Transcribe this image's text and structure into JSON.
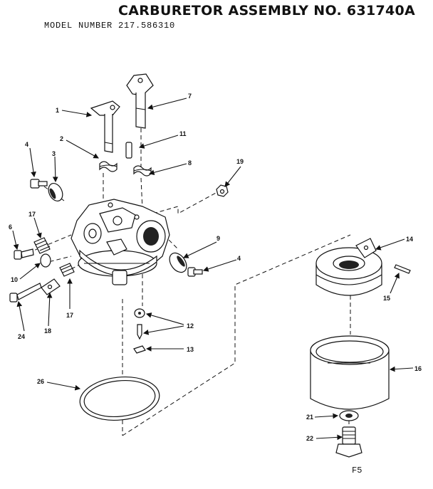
{
  "header": {
    "title": "CARBURETOR ASSEMBLY NO. 631740A",
    "model": "MODEL NUMBER 217.586310"
  },
  "footer": {
    "page_ref": "F5"
  },
  "callouts": {
    "c1": "1",
    "c2": "2",
    "c3": "3",
    "c4a": "4",
    "c4b": "4",
    "c6": "6",
    "c7": "7",
    "c8": "8",
    "c9": "9",
    "c10": "10",
    "c11": "11",
    "c12": "12",
    "c13": "13",
    "c14": "14",
    "c15": "15",
    "c16": "16",
    "c17a": "17",
    "c17b": "17",
    "c18": "18",
    "c19": "19",
    "c21": "21",
    "c22": "22",
    "c24": "24",
    "c26": "26"
  }
}
